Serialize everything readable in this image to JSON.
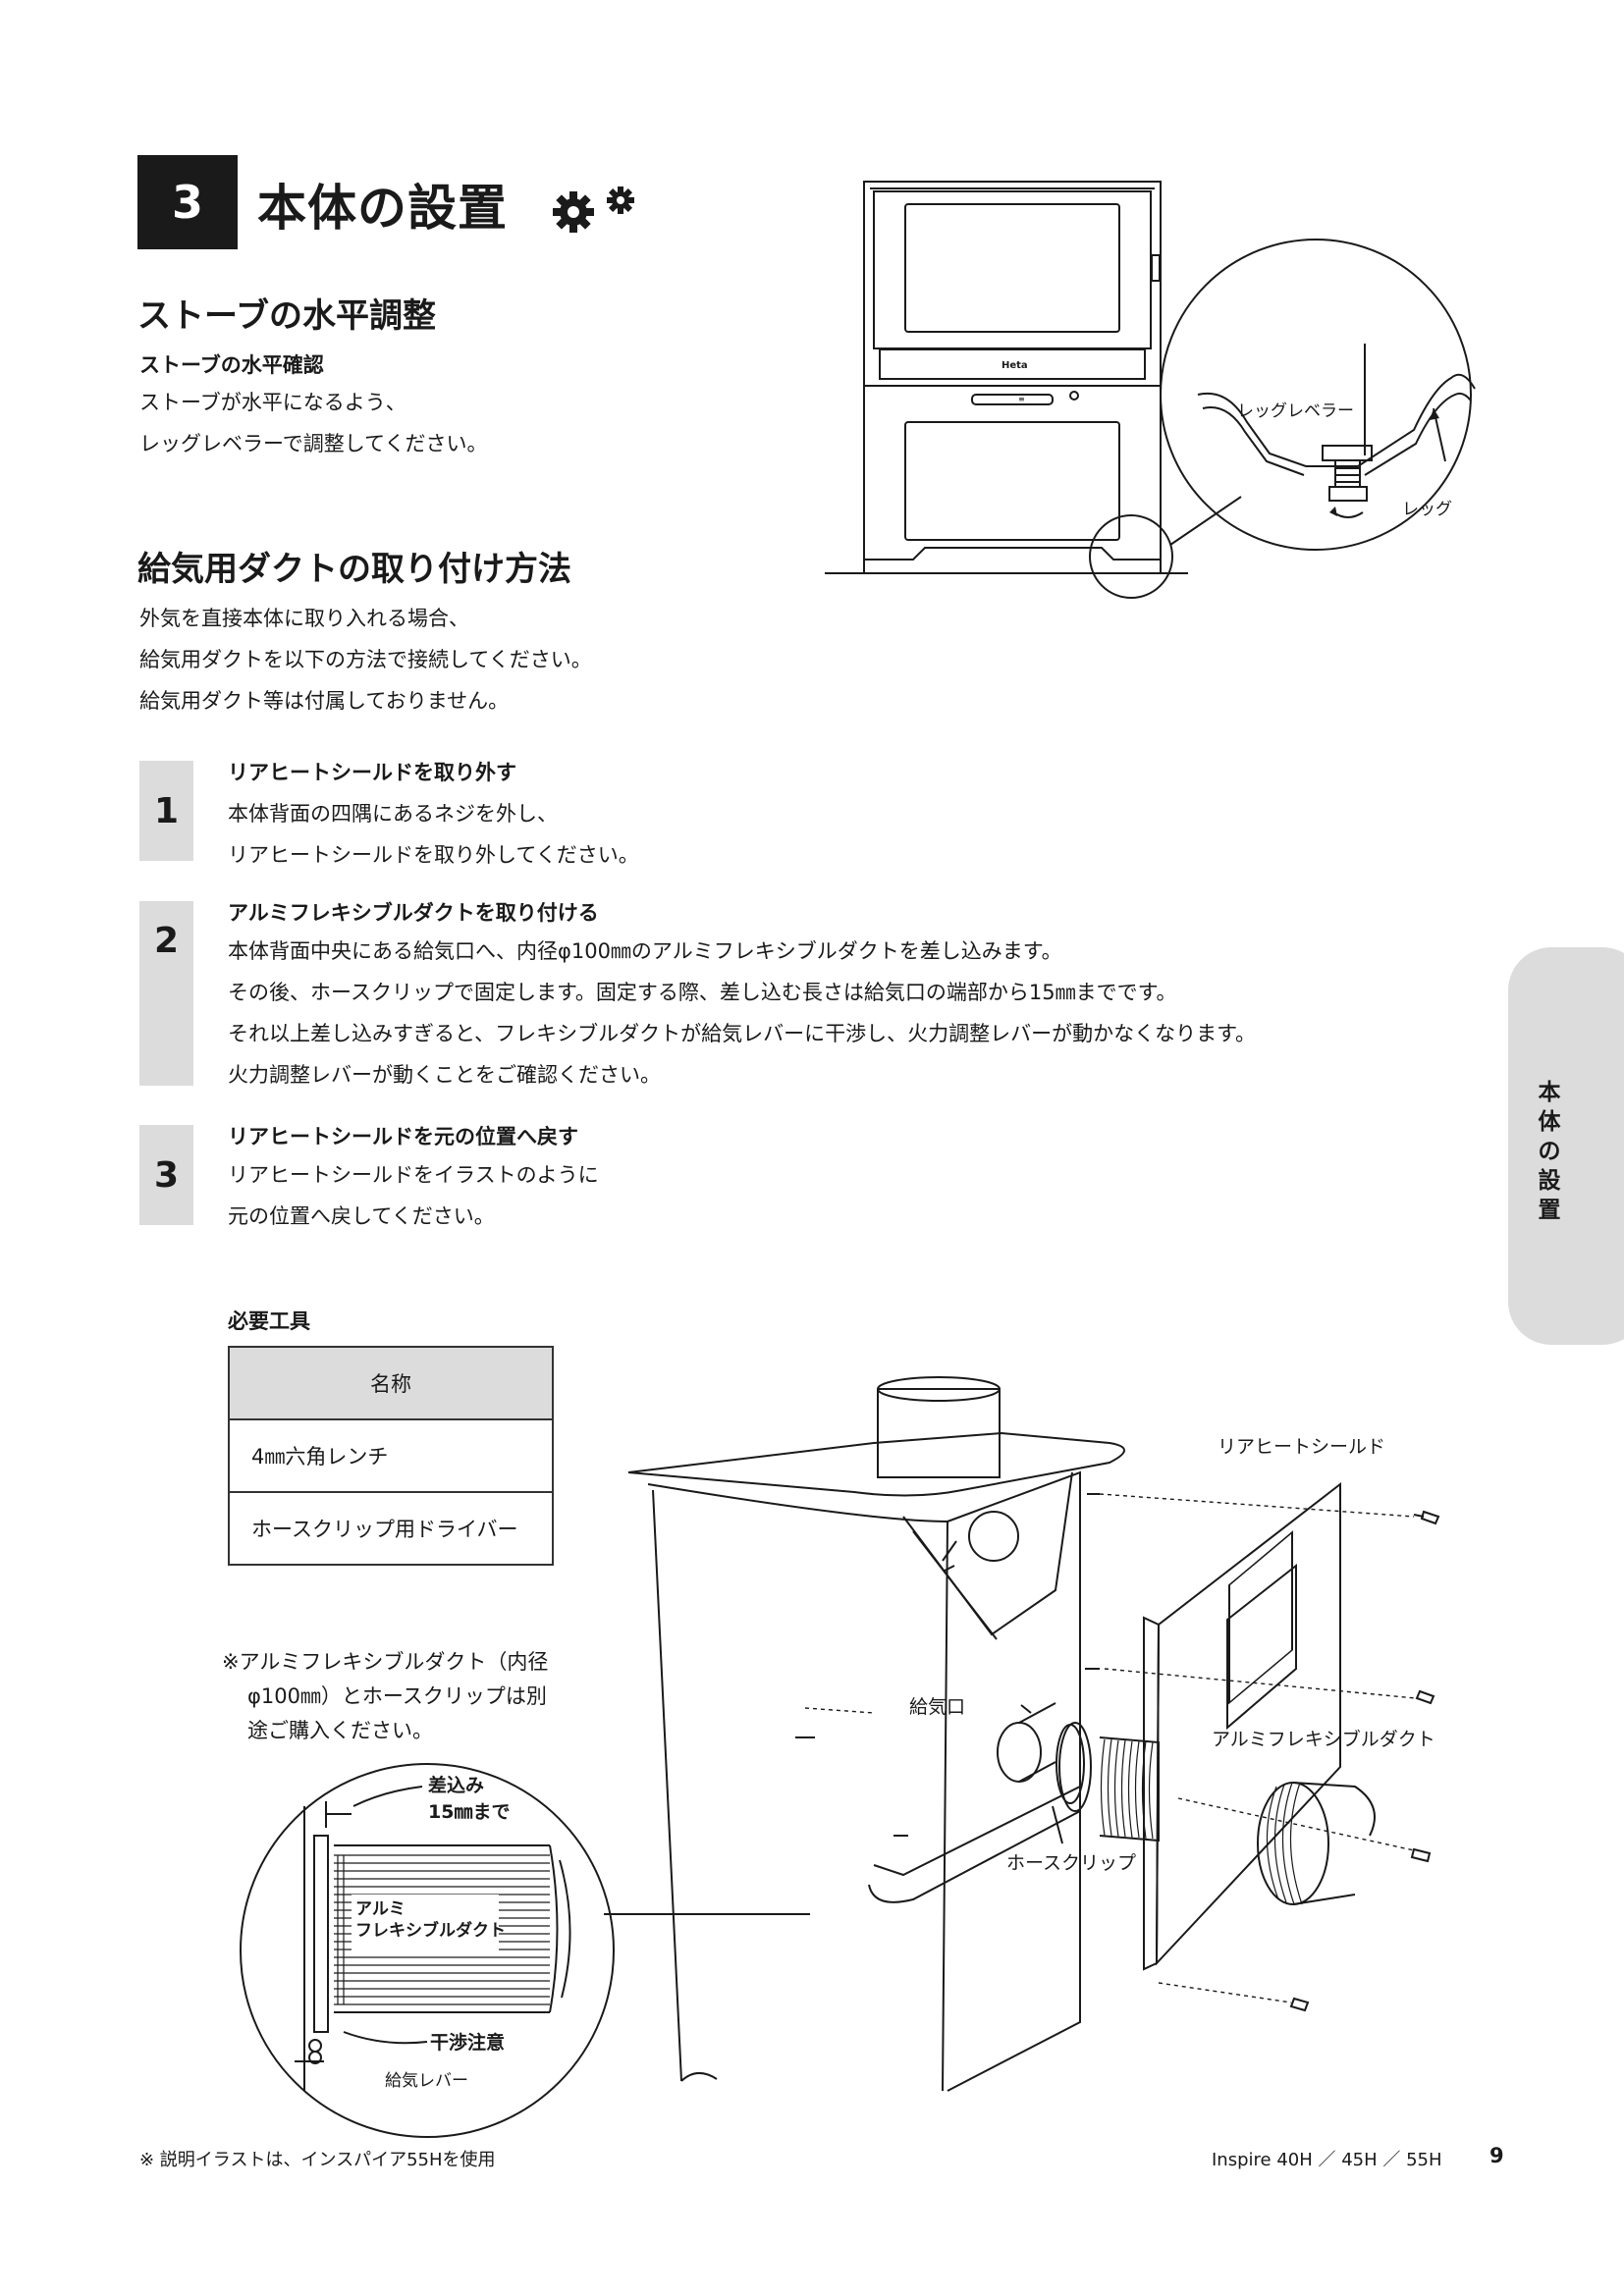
{
  "section": {
    "number": "3",
    "title": "本体の設置"
  },
  "level": {
    "heading": "ストーブの水平調整",
    "subheading": "ストーブの水平確認",
    "lines": [
      "ストーブが水平になるよう、",
      "レッグレベラーで調整してください。"
    ]
  },
  "duct": {
    "heading": "給気用ダクトの取り付け方法",
    "lines": [
      "外気を直接本体に取り入れる場合、",
      "給気用ダクトを以下の方法で接続してください。",
      "給気用ダクト等は付属しておりません。"
    ]
  },
  "steps": [
    {
      "number": "1",
      "title": "リアヒートシールドを取り外す",
      "lines": [
        "本体背面の四隅にあるネジを外し、",
        "リアヒートシールドを取り外してください。"
      ]
    },
    {
      "number": "2",
      "title": "アルミフレキシブルダクトを取り付ける",
      "lines": [
        "本体背面中央にある給気口へ、内径φ100㎜のアルミフレキシブルダクトを差し込みます。",
        "その後、ホースクリップで固定します。固定する際、差し込む長さは給気口の端部から15㎜までです。",
        "それ以上差し込みすぎると、フレキシブルダクトが給気レバーに干渉し、火力調整レバーが動かなくなります。",
        "火力調整レバーが動くことをご確認ください。"
      ]
    },
    {
      "number": "3",
      "title": "リアヒートシールドを元の位置へ戻す",
      "lines": [
        "リアヒートシールドをイラストのように",
        "元の位置へ戻してください。"
      ]
    }
  ],
  "tools": {
    "caption": "必要工具",
    "header": "名称",
    "rows": [
      "4㎜六角レンチ",
      "ホースクリップ用ドライバー"
    ]
  },
  "note": {
    "lines": [
      "※アルミフレキシブルダクト（内径",
      "φ100㎜）とホースクリップは別",
      "途ご購入ください。"
    ]
  },
  "top_illustration": {
    "label_leveler": "レッグレベラー",
    "label_leg": "レッグ",
    "brand": "Heta"
  },
  "detail_illustration": {
    "insert_line1": "差込み",
    "insert_line2": "15㎜まで",
    "duct_line1": "アルミ",
    "duct_line2": "フレキシブルダクト",
    "caution": "干渉注意",
    "lever": "給気レバー"
  },
  "rear_illustration": {
    "rear_shield": "リアヒートシールド",
    "air_inlet": "給気口",
    "flex_duct": "アルミフレキシブルダクト",
    "hose_clip": "ホースクリップ"
  },
  "side_tab": {
    "text": "本体の設置"
  },
  "footer": {
    "note": "※ 説明イラストは、インスパイア55Hを使用",
    "models": "Inspire 40H ／ 45H ／ 55H",
    "page": "9"
  }
}
